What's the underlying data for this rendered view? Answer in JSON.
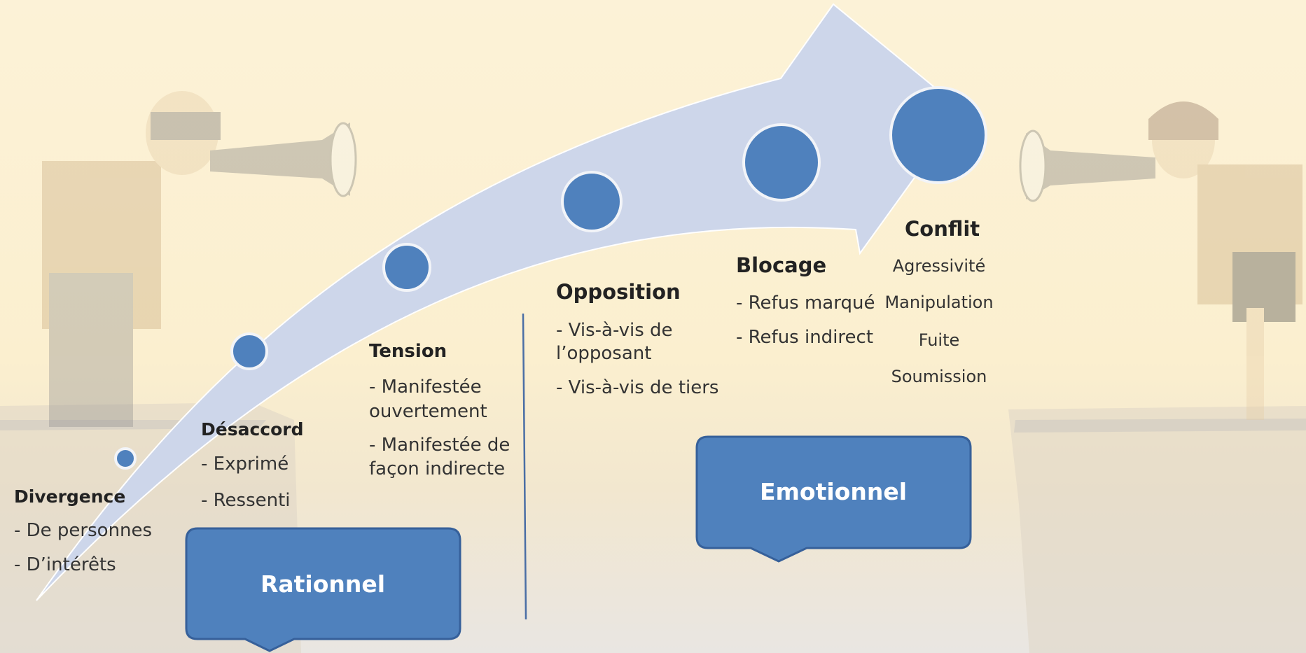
{
  "colors": {
    "arrow": "#cdd6ea",
    "dot": "#4f81bd",
    "dot_border": "#f2f4f8",
    "callout": "#4f81bd",
    "divider": "#4a6ea5"
  },
  "icons": {
    "left_figure": "shouting-man-with-megaphone",
    "right_figure": "shouting-woman-with-megaphone"
  },
  "stages": [
    {
      "title": "Divergence",
      "items": [
        "- De personnes",
        "- D’intérêts"
      ]
    },
    {
      "title": "Désaccord",
      "items": [
        "- Exprimé",
        "- Ressenti"
      ]
    },
    {
      "title": "Tension",
      "items": [
        "- Manifestée",
        "ouvertement",
        "- Manifestée de",
        "façon indirecte"
      ]
    },
    {
      "title": "Opposition",
      "items": [
        "- Vis-à-vis de",
        "l’opposant",
        "- Vis-à-vis de tiers"
      ]
    },
    {
      "title": "Blocage",
      "items": [
        "- Refus marqué",
        "- Refus indirect"
      ]
    },
    {
      "title": "Conflit",
      "items": [
        "Agressivité",
        "Manipulation",
        "Fuite",
        "Soumission"
      ]
    }
  ],
  "callouts": {
    "rational": "Rationnel",
    "emotional": "Emotionnel"
  }
}
